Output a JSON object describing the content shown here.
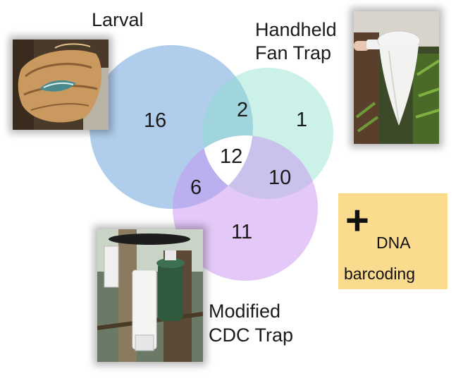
{
  "labels": {
    "larval": "Larval",
    "fan_trap_line1": "Handheld",
    "fan_trap_line2": "Fan Trap",
    "cdc_trap_line1": "Modified",
    "cdc_trap_line2": "CDC Trap"
  },
  "venn_counts": {
    "larval_only": "16",
    "fan_only": "1",
    "cdc_only": "11",
    "larval_fan": "2",
    "larval_cdc": "6",
    "fan_cdc": "10",
    "all_three": "12"
  },
  "dna_box": {
    "plus": "+",
    "line1": "DNA",
    "line2": "barcoding"
  },
  "colors": {
    "larval": "#6fa4dc",
    "fan": "#8fe0cc",
    "cdc": "#c892f2",
    "dna_box": "#fbdc8e"
  }
}
